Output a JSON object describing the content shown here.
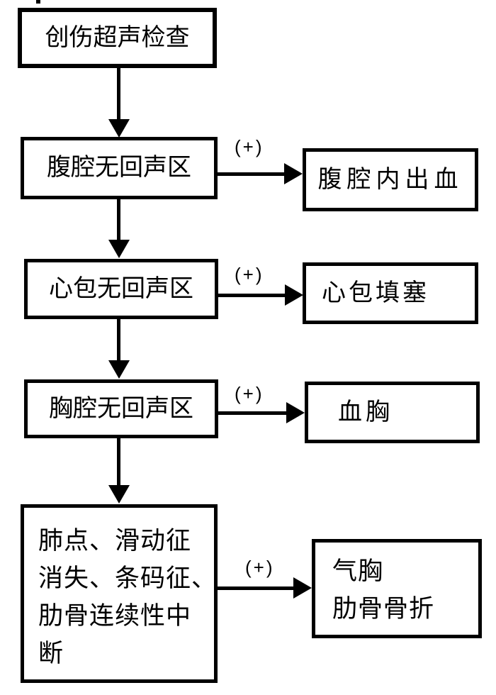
{
  "diagram": {
    "type": "flowchart",
    "background_color": "#ffffff",
    "line_color": "#000000",
    "start_node": {
      "label": "创伤超声检查"
    },
    "rows": [
      {
        "check": "腹腔无回声区",
        "condition": "(+)",
        "result": "腹腔内出血"
      },
      {
        "check": "心包无回声区",
        "condition": "(+)",
        "result": "心包填塞"
      },
      {
        "check": "胸腔无回声区",
        "condition": "(+)",
        "result": "血胸"
      },
      {
        "check_lines": [
          "肺点、滑动征",
          "消失、条码征、",
          "肋骨连续性中",
          "断"
        ],
        "check_full": "肺点、滑动征消失、条码征、肋骨连续性中断",
        "condition": "(+)",
        "result_lines": [
          "气胸",
          "肋骨骨折"
        ],
        "result_full": "气胸 肋骨骨折"
      }
    ]
  }
}
